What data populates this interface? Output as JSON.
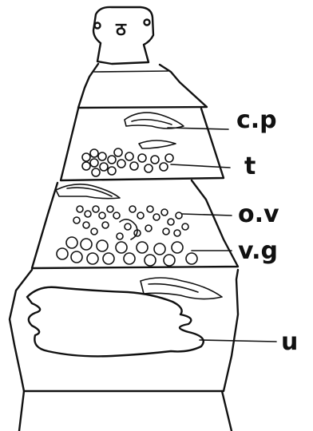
{
  "figure": {
    "head_mark": "ठ",
    "labels": {
      "cp": "c.p",
      "t": "t",
      "ov": "o.v",
      "vg": "v.g",
      "u": "u"
    }
  }
}
